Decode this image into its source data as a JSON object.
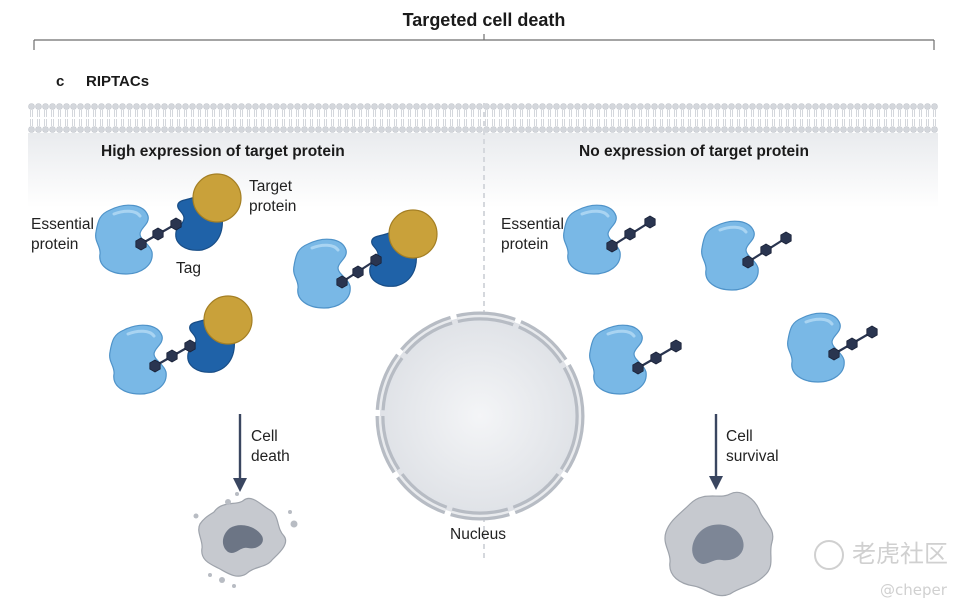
{
  "title": "Targeted cell death",
  "panel": {
    "letter": "c",
    "name": "RIPTACs"
  },
  "left": {
    "heading": "High expression of target protein",
    "label_essential": [
      "Essential",
      "protein"
    ],
    "label_target": [
      "Target",
      "protein"
    ],
    "label_tag": "Tag",
    "outcome": [
      "Cell",
      "death"
    ]
  },
  "right": {
    "heading": "No expression of target protein",
    "label_essential": [
      "Essential",
      "protein"
    ],
    "outcome": [
      "Cell",
      "survival"
    ]
  },
  "nucleus_label": "Nucleus",
  "watermark": {
    "brand": "老虎社区",
    "handle": "@cheper"
  },
  "colors": {
    "essential_protein": "#79b8e6",
    "tag_protein": "#1f62a8",
    "target_protein": "#c9a13a",
    "linker": "#2a3550",
    "membrane": "#c8ccd2",
    "nucleus": "#b7bcc4",
    "cell": "#c6c9cf"
  }
}
